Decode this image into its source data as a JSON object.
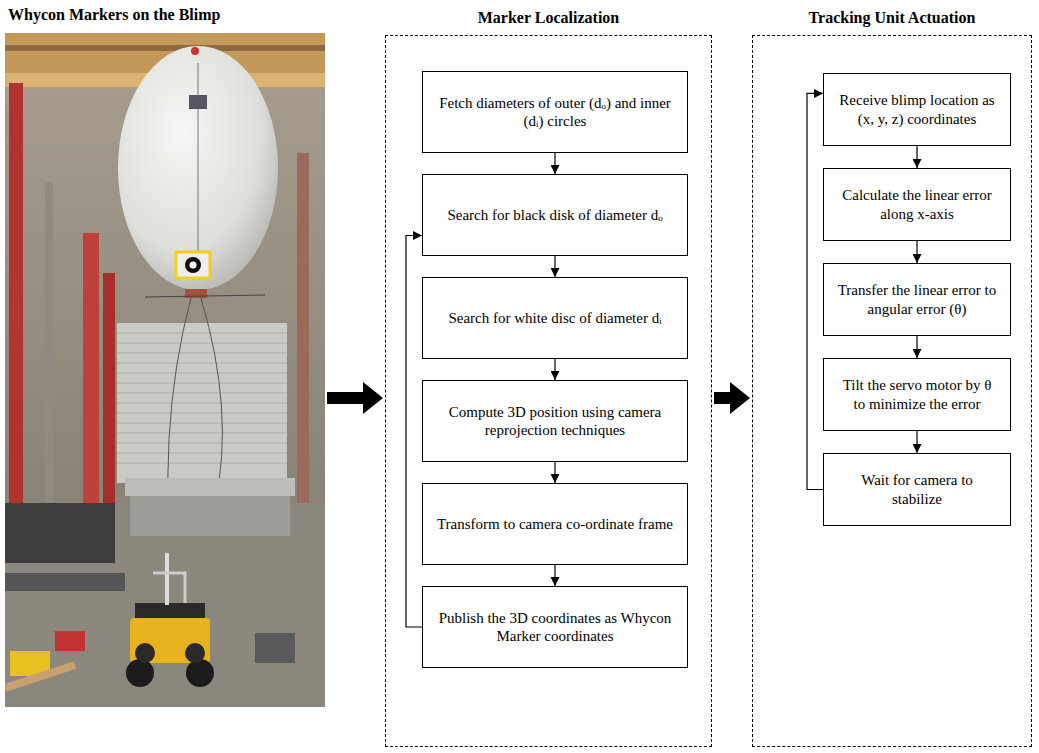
{
  "diagram": {
    "nodes": [
      {
        "text": [
          "Whycon Markers on the Blimp"
        ]
      },
      {
        "text": [
          "Marker Localization"
        ]
      },
      {
        "text": [
          "Fetch diameters of outer (dₒ) and inner (dᵢ) circles"
        ],
        "in": 1
      },
      {
        "text": [
          "Search for black disk of diameter dₒ"
        ],
        "in": 1
      },
      {
        "text": [
          "Search for white disc of diameter dᵢ"
        ],
        "in": 1
      },
      {
        "text": [
          "Compute 3D position using camera reprojection techniques"
        ],
        "in": 1
      },
      {
        "text": [
          "Transform to camera co-ordinate frame"
        ],
        "in": 1
      },
      {
        "text": [
          "Publish the 3D coordinates as Whycon Marker coordinates"
        ],
        "in": 1
      },
      {
        "text": [
          "Tracking Unit Actuation"
        ]
      },
      {
        "text": [
          "Receive blimp location as (x, y, z) coordinates"
        ],
        "in": 8
      },
      {
        "text": [
          "Calculate the linear error along x-axis"
        ],
        "in": 8
      },
      {
        "text": [
          "Transfer the linear error to angular error (θ)"
        ],
        "in": 8
      },
      {
        "text": [
          "Tilt the servo motor by θ to minimize the error"
        ],
        "in": 8
      },
      {
        "text": [
          "Wait for camera to stabilize"
        ],
        "in": 8
      }
    ],
    "edges": [
      {
        "from": 0,
        "to": 1,
        "arrow": "to"
      },
      {
        "from": 1,
        "to": 8,
        "arrow": "to"
      },
      {
        "from": 2,
        "to": 3,
        "arrow": "to"
      },
      {
        "from": 3,
        "to": 4,
        "arrow": "to"
      },
      {
        "from": 4,
        "to": 5,
        "arrow": "to"
      },
      {
        "from": 5,
        "to": 6,
        "arrow": "to"
      },
      {
        "from": 6,
        "to": 7,
        "arrow": "to"
      },
      {
        "from": 7,
        "to": 3,
        "arrow": "to"
      },
      {
        "from": 9,
        "to": 10,
        "arrow": "to"
      },
      {
        "from": 10,
        "to": 11,
        "arrow": "to"
      },
      {
        "from": 11,
        "to": 12,
        "arrow": "to"
      },
      {
        "from": 12,
        "to": 13,
        "arrow": "to"
      },
      {
        "from": 13,
        "to": 9,
        "arrow": "to"
      }
    ]
  }
}
